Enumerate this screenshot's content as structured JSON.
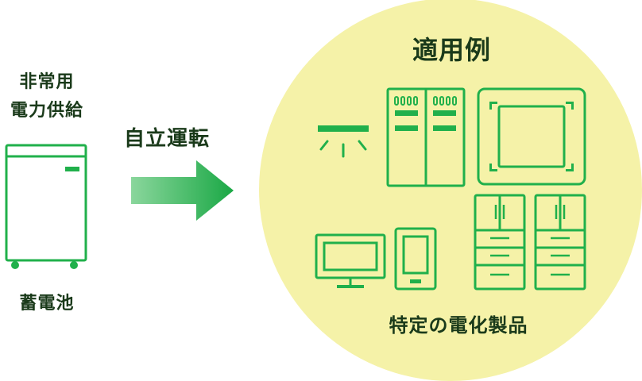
{
  "left": {
    "top_label_lines": [
      "非常用",
      "電力供給"
    ],
    "bottom_label": "蓄電池"
  },
  "arrow": {
    "label": "自立運転"
  },
  "circle": {
    "title": "適用例",
    "caption": "特定の電化製品"
  },
  "icons": {
    "battery": "battery-storage-icon",
    "arrow": "arrow-right-icon",
    "items": [
      "wall-air-conditioner-icon",
      "electrical-cabinet-icon",
      "ceiling-cassette-air-conditioner-icon",
      "television-icon",
      "tablet-icon",
      "refrigerator-icon",
      "refrigerator-icon"
    ]
  },
  "colors": {
    "green": "#20b04b",
    "arrow_light": "#8ad69c",
    "circle_fill": "#f5f2a8",
    "text": "#1a3a1a"
  }
}
